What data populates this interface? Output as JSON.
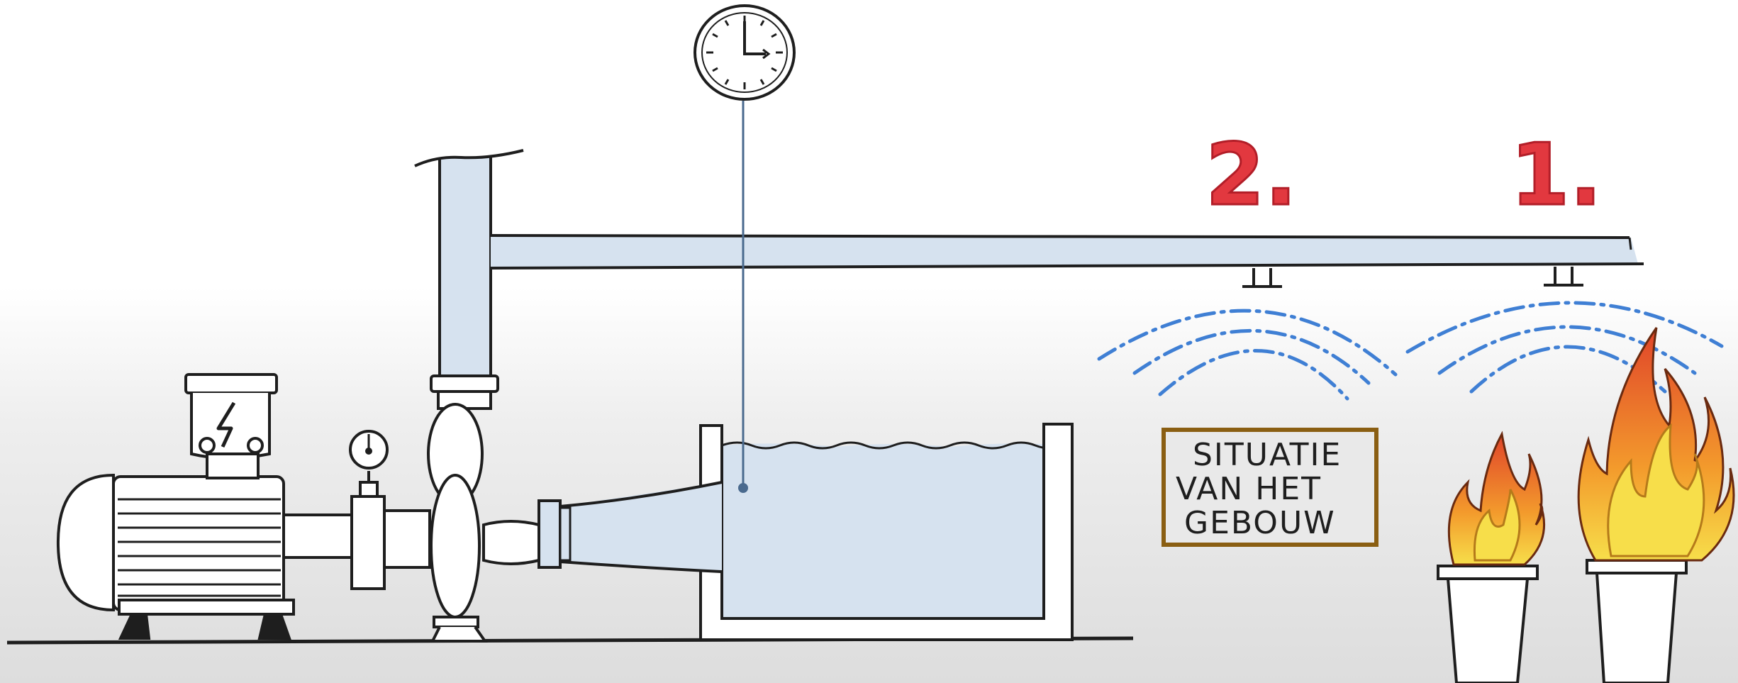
{
  "labels": {
    "sprinkler_1": "1.",
    "sprinkler_2": "2.",
    "sign_line_1": "SITUATIE",
    "sign_line_2": "VAN HET",
    "sign_line_3": "GEBOUW"
  },
  "colors": {
    "ink": "#1e1e1e",
    "water": "#d6e2ef",
    "spray": "#3f7fd4",
    "number_red": "#e2383f",
    "sign_border": "#8a5e12",
    "flame_outer": "#e0442a",
    "flame_mid": "#f39a2c",
    "flame_inner": "#f7de4a"
  },
  "icons": [
    "clock-icon",
    "lightning-icon",
    "pressure-gauge-icon",
    "fire-icon",
    "water-spray-icon"
  ]
}
